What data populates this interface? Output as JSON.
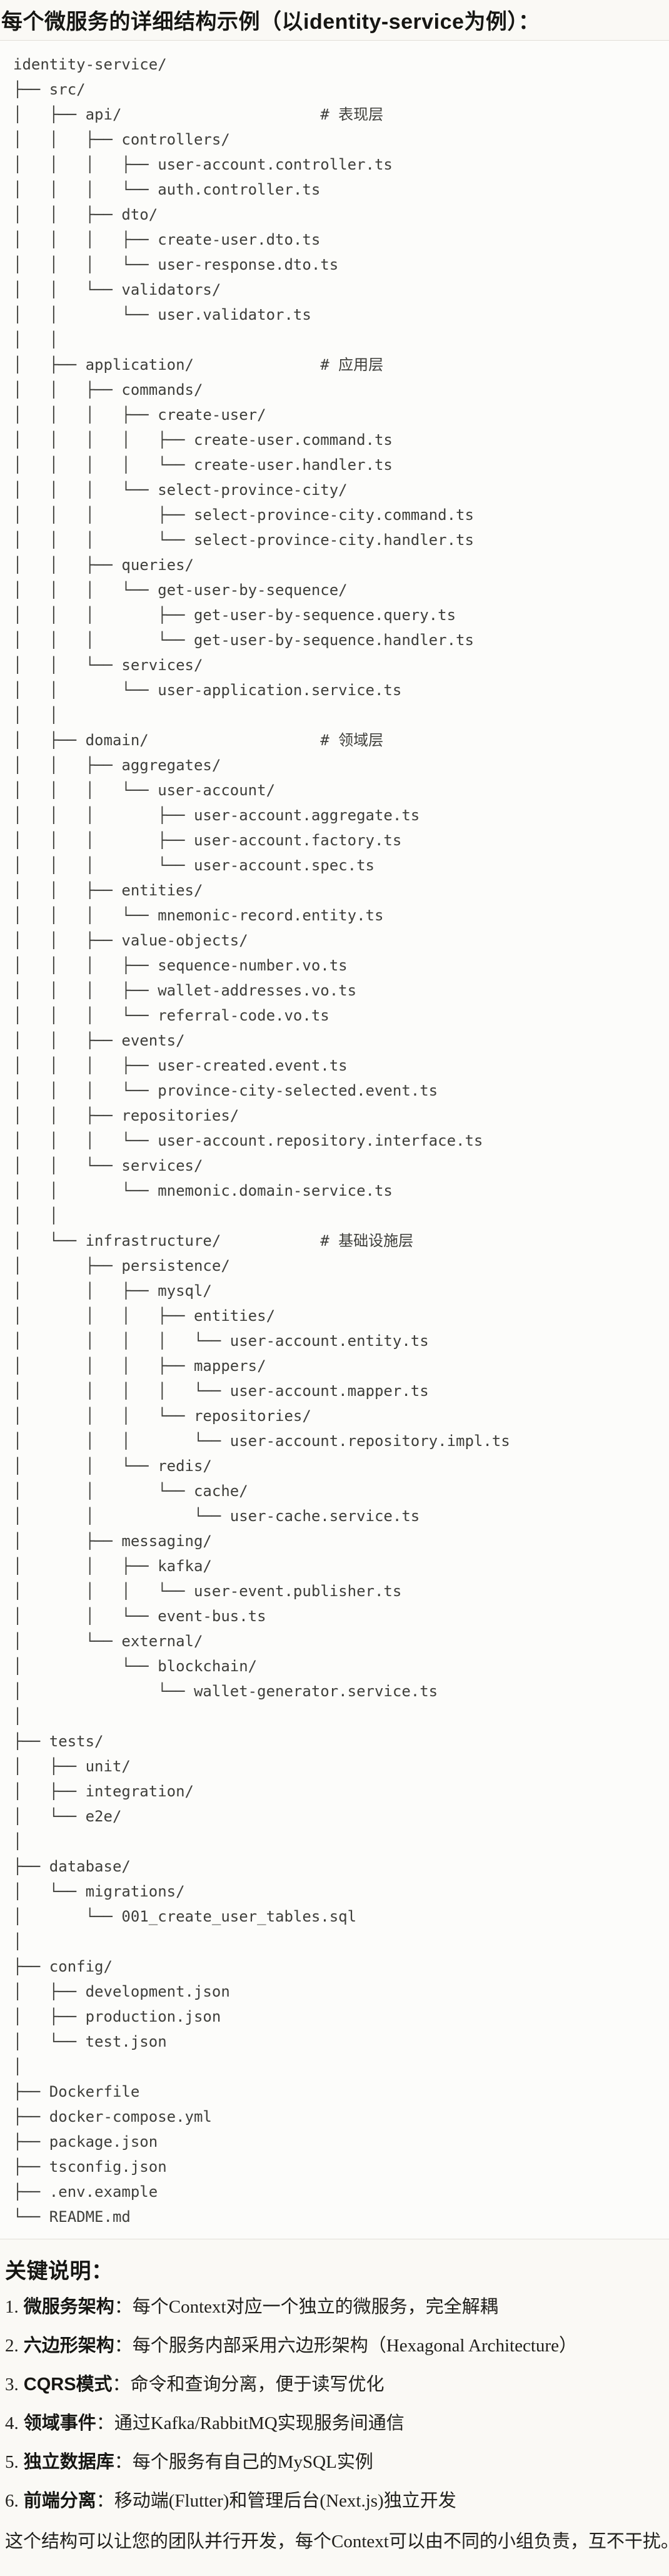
{
  "header": {
    "title": "每个微服务的详细结构示例（以identity-service为例）："
  },
  "code_block": {
    "lines": [
      "identity-service/",
      "├── src/",
      "│   ├── api/                      # 表现层",
      "│   │   ├── controllers/",
      "│   │   │   ├── user-account.controller.ts",
      "│   │   │   └── auth.controller.ts",
      "│   │   ├── dto/",
      "│   │   │   ├── create-user.dto.ts",
      "│   │   │   └── user-response.dto.ts",
      "│   │   └── validators/",
      "│   │       └── user.validator.ts",
      "│   │",
      "│   ├── application/              # 应用层",
      "│   │   ├── commands/",
      "│   │   │   ├── create-user/",
      "│   │   │   │   ├── create-user.command.ts",
      "│   │   │   │   └── create-user.handler.ts",
      "│   │   │   └── select-province-city/",
      "│   │   │       ├── select-province-city.command.ts",
      "│   │   │       └── select-province-city.handler.ts",
      "│   │   ├── queries/",
      "│   │   │   └── get-user-by-sequence/",
      "│   │   │       ├── get-user-by-sequence.query.ts",
      "│   │   │       └── get-user-by-sequence.handler.ts",
      "│   │   └── services/",
      "│   │       └── user-application.service.ts",
      "│   │",
      "│   ├── domain/                   # 领域层",
      "│   │   ├── aggregates/",
      "│   │   │   └── user-account/",
      "│   │   │       ├── user-account.aggregate.ts",
      "│   │   │       ├── user-account.factory.ts",
      "│   │   │       └── user-account.spec.ts",
      "│   │   ├── entities/",
      "│   │   │   └── mnemonic-record.entity.ts",
      "│   │   ├── value-objects/",
      "│   │   │   ├── sequence-number.vo.ts",
      "│   │   │   ├── wallet-addresses.vo.ts",
      "│   │   │   └── referral-code.vo.ts",
      "│   │   ├── events/",
      "│   │   │   ├── user-created.event.ts",
      "│   │   │   └── province-city-selected.event.ts",
      "│   │   ├── repositories/",
      "│   │   │   └── user-account.repository.interface.ts",
      "│   │   └── services/",
      "│   │       └── mnemonic.domain-service.ts",
      "│   │",
      "│   └── infrastructure/           # 基础设施层",
      "│       ├── persistence/",
      "│       │   ├── mysql/",
      "│       │   │   ├── entities/",
      "│       │   │   │   └── user-account.entity.ts",
      "│       │   │   ├── mappers/",
      "│       │   │   │   └── user-account.mapper.ts",
      "│       │   │   └── repositories/",
      "│       │   │       └── user-account.repository.impl.ts",
      "│       │   └── redis/",
      "│       │       └── cache/",
      "│       │           └── user-cache.service.ts",
      "│       ├── messaging/",
      "│       │   ├── kafka/",
      "│       │   │   └── user-event.publisher.ts",
      "│       │   └── event-bus.ts",
      "│       └── external/",
      "│           └── blockchain/",
      "│               └── wallet-generator.service.ts",
      "│",
      "├── tests/",
      "│   ├── unit/",
      "│   ├── integration/",
      "│   └── e2e/",
      "│",
      "├── database/",
      "│   └── migrations/",
      "│       └── 001_create_user_tables.sql",
      "│",
      "├── config/",
      "│   ├── development.json",
      "│   ├── production.json",
      "│   └── test.json",
      "│",
      "├── Dockerfile",
      "├── docker-compose.yml",
      "├── package.json",
      "├── tsconfig.json",
      "├── .env.example",
      "└── README.md"
    ]
  },
  "notes": {
    "title": "关键说明：",
    "items": [
      {
        "num": "1.",
        "label": "微服务架构",
        "text": "：每个Context对应一个独立的微服务，完全解耦"
      },
      {
        "num": "2.",
        "label": "六边形架构",
        "text": "：每个服务内部采用六边形架构（Hexagonal Architecture）"
      },
      {
        "num": "3.",
        "label": "CQRS模式",
        "text": "：命令和查询分离，便于读写优化"
      },
      {
        "num": "4.",
        "label": "领域事件",
        "text": "：通过Kafka/RabbitMQ实现服务间通信"
      },
      {
        "num": "5.",
        "label": "独立数据库",
        "text": "：每个服务有自己的MySQL实例"
      },
      {
        "num": "6.",
        "label": "前端分离",
        "text": "：移动端(Flutter)和管理后台(Next.js)独立开发"
      }
    ]
  },
  "footer": {
    "text": "这个结构可以让您的团队并行开发，每个Context可以由不同的小组负责，互不干扰。"
  }
}
